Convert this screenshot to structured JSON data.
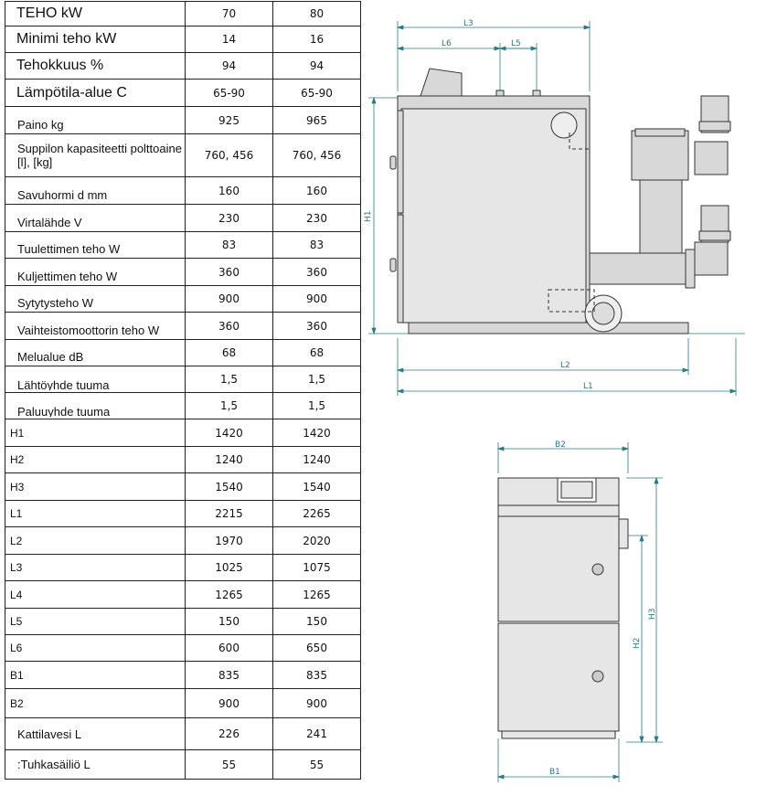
{
  "table": {
    "rows": [
      {
        "label": "TEHO kW",
        "v70": "70",
        "v80": "80",
        "style": "big"
      },
      {
        "label": "Minimi teho kW",
        "v70": "14",
        "v80": "16",
        "style": "big"
      },
      {
        "label": "Tehokkuus %",
        "v70": "94",
        "v80": "94",
        "style": "big"
      },
      {
        "label": "Lämpötila-alue C",
        "v70": "65-90",
        "v80": "65-90",
        "style": "big"
      },
      {
        "label": "Paino kg",
        "v70": "925",
        "v80": "965",
        "style": "mid"
      },
      {
        "label": "Suppilon kapasiteetti polttoaine [l], [kg]",
        "v70": "760, 456",
        "v80": "760, 456",
        "style": "mid"
      },
      {
        "label": "Savuhormi d mm",
        "v70": "160",
        "v80": "160",
        "style": "mid"
      },
      {
        "label": "Virtalähde V",
        "v70": "230",
        "v80": "230",
        "style": "mid"
      },
      {
        "label": "Tuulettimen teho W",
        "v70": "83",
        "v80": "83",
        "style": "mid"
      },
      {
        "label": "Kuljettimen teho W",
        "v70": "360",
        "v80": "360",
        "style": "mid"
      },
      {
        "label": "Sytytysteho W",
        "v70": "900",
        "v80": "900",
        "style": "mid"
      },
      {
        "label": "Vaihteistomoottorin teho W",
        "v70": "360",
        "v80": "360",
        "style": "mid"
      },
      {
        "label": "Melualue dB",
        "v70": "68",
        "v80": "68",
        "style": "mid"
      },
      {
        "label": "Lähtöyhde tuuma",
        "v70": "1,5",
        "v80": "1,5",
        "style": "mid"
      },
      {
        "label": "Paluuyhde tuuma",
        "v70": "1,5",
        "v80": "1,5",
        "style": "mid"
      },
      {
        "label": "H1",
        "v70": "1420",
        "v80": "1420",
        "style": "dim"
      },
      {
        "label": "H2",
        "v70": "1240",
        "v80": "1240",
        "style": "dim"
      },
      {
        "label": "H3",
        "v70": "1540",
        "v80": "1540",
        "style": "dim"
      },
      {
        "label": "L1",
        "v70": "2215",
        "v80": "2265",
        "style": "dim"
      },
      {
        "label": "L2",
        "v70": "1970",
        "v80": "2020",
        "style": "dim"
      },
      {
        "label": "L3",
        "v70": "1025",
        "v80": "1075",
        "style": "dim"
      },
      {
        "label": "L4",
        "v70": "1265",
        "v80": "1265",
        "style": "dim"
      },
      {
        "label": "L5",
        "v70": "150",
        "v80": "150",
        "style": "dim"
      },
      {
        "label": "L6",
        "v70": "600",
        "v80": "650",
        "style": "dim"
      },
      {
        "label": "B1",
        "v70": "835",
        "v80": "835",
        "style": "dim"
      },
      {
        "label": "B2",
        "v70": "900",
        "v80": "900",
        "style": "dim"
      },
      {
        "label": "Kattilavesi L",
        "v70": "226",
        "v80": "241",
        "style": "mid"
      },
      {
        "label": ":Tuhkasäiliö L",
        "v70": "55",
        "v80": "55",
        "style": "mid"
      }
    ]
  },
  "drawing_side": {
    "labels": {
      "l3": "L3",
      "l6": "L6",
      "l5": "L5",
      "h1": "H1",
      "l2": "L2",
      "l1": "L1"
    }
  },
  "drawing_front": {
    "labels": {
      "b2": "B2",
      "b1": "B1",
      "h3": "H3",
      "h2": "H2"
    }
  },
  "colors": {
    "dimension_line": "#2a7a8a",
    "outline": "#333333",
    "fill": "#d8d8d8"
  }
}
